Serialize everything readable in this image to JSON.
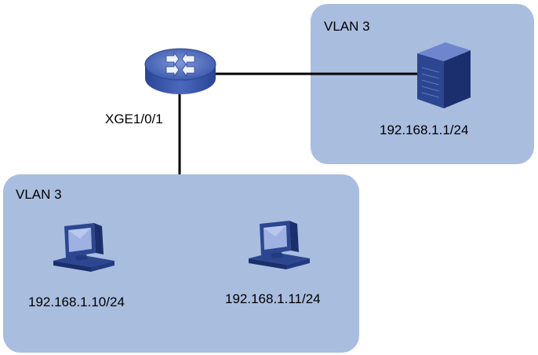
{
  "diagram": {
    "switch": {
      "icon": "layer3-switch-icon",
      "port_label": "XGE1/0/1"
    },
    "vlan_top_right": {
      "label": "VLAN 3",
      "server": {
        "icon": "server-icon",
        "ip": "192.168.1.1/24"
      }
    },
    "vlan_bottom": {
      "label": "VLAN 3",
      "hosts": [
        {
          "icon": "pc-icon",
          "ip": "192.168.1.10/24"
        },
        {
          "icon": "pc-icon",
          "ip": "192.168.1.11/24"
        }
      ]
    },
    "colors": {
      "vlan_fill": "#a9bddf",
      "device_blue": "#2f4a9e",
      "link": "#000000"
    }
  }
}
